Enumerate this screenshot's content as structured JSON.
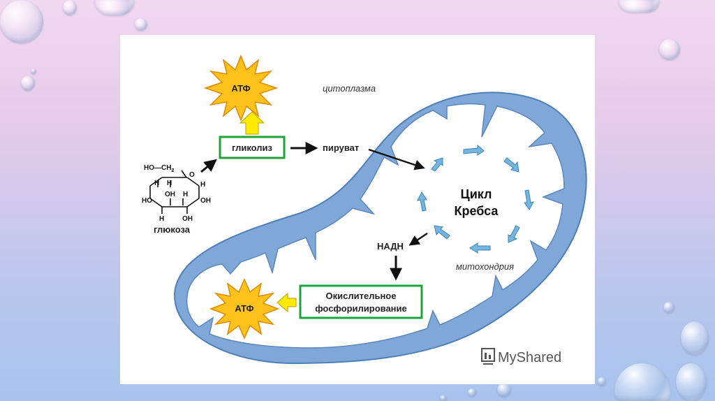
{
  "labels": {
    "atp_top": "АТФ",
    "atp_bottom": "АТФ",
    "cytoplasm": "цитоплазма",
    "glycolysis": "гликолиз",
    "pyruvate": "пируват",
    "glucose": "глюкоза",
    "krebs_line1": "Цикл",
    "krebs_line2": "Кребса",
    "nadh": "НАДН",
    "mitochondrion": "митохондрия",
    "oxphos_line1": "Окислительное",
    "oxphos_line2": "фосфорилирование",
    "watermark": "MyShared"
  },
  "glucose_structure": {
    "ch2_group": "HO—CH",
    "ch2_sub": "2",
    "atoms": [
      "H",
      "O",
      "H",
      "OH",
      "H",
      "H",
      "HO",
      "OH",
      "H",
      "OH"
    ]
  },
  "colors": {
    "membrane": "#7fa8d8",
    "membrane_stroke": "#4f7fb8",
    "box_border": "#1fa23a",
    "star_fill": "#ffc21a",
    "star_stroke": "#e08a00",
    "yellow_arrow": "#ffea00",
    "cycle_arrow": "#74b6df"
  }
}
